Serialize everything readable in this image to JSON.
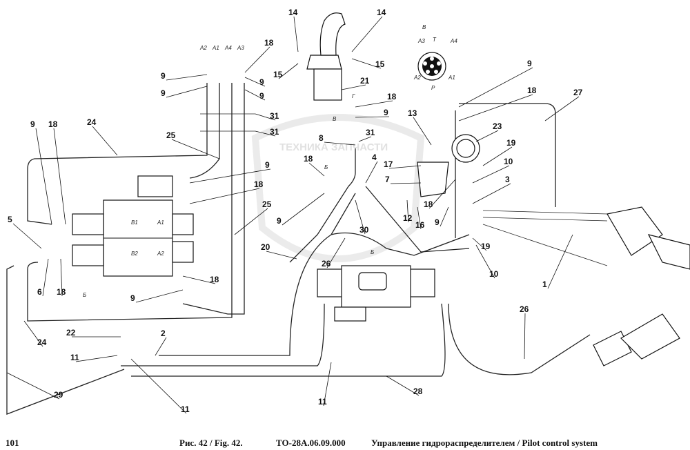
{
  "footer": {
    "page_number": "101",
    "figure": "Рис. 42 / Fig. 42.",
    "doc_code": "ТО-28А.06.09.000",
    "title": "Управление гидрораспределителем / Pilot control system"
  },
  "watermark": "ТЕХНИКА  ЗАПЧАСТИ",
  "view_label": "В",
  "connector_ports": [
    "А3",
    "Т",
    "А4",
    "А2",
    "А1",
    "Р"
  ],
  "port_labels_top": [
    "А2",
    "А1",
    "А4",
    "А3"
  ],
  "valve_ports": [
    "В1",
    "А1",
    "В2",
    "А2"
  ],
  "section_marks": [
    "В",
    "Б",
    "Б",
    "Б",
    "Г"
  ],
  "callouts": [
    "14",
    "14",
    "15",
    "15",
    "21",
    "18",
    "9",
    "9",
    "9",
    "9",
    "31",
    "31",
    "24",
    "25",
    "9",
    "18",
    "9",
    "18",
    "25",
    "5",
    "6",
    "18",
    "20",
    "18",
    "9",
    "24",
    "22",
    "11",
    "2",
    "29",
    "11",
    "11",
    "28",
    "26",
    "1",
    "10",
    "19",
    "9",
    "18",
    "27",
    "23",
    "19",
    "10",
    "3",
    "13",
    "17",
    "7",
    "18",
    "9",
    "12",
    "16",
    "8",
    "31",
    "9",
    "18",
    "18",
    "9",
    "4",
    "30",
    "26"
  ]
}
